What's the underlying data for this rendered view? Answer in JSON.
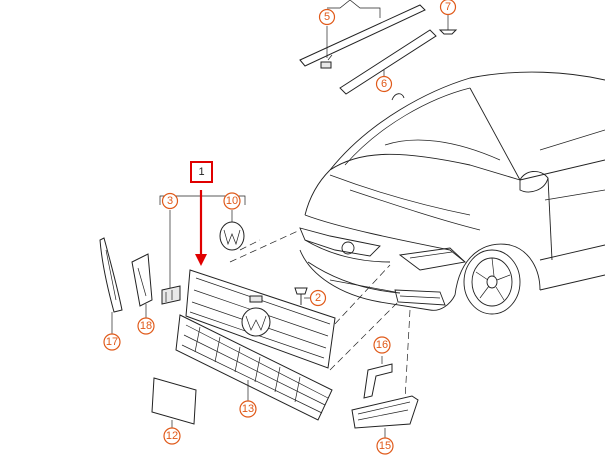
{
  "accent_color": "#e05a1a",
  "highlight_color": "#e00000",
  "highlighted_part": "1",
  "callouts": [
    {
      "id": "c1",
      "label": "1"
    },
    {
      "id": "c2",
      "label": "2"
    },
    {
      "id": "c3",
      "label": "3"
    },
    {
      "id": "c5",
      "label": "5"
    },
    {
      "id": "c6",
      "label": "6"
    },
    {
      "id": "c7",
      "label": "7"
    },
    {
      "id": "c10",
      "label": "10"
    },
    {
      "id": "c12",
      "label": "12"
    },
    {
      "id": "c13",
      "label": "13"
    },
    {
      "id": "c15",
      "label": "15"
    },
    {
      "id": "c16",
      "label": "16"
    },
    {
      "id": "c17",
      "label": "17"
    },
    {
      "id": "c18",
      "label": "18"
    }
  ]
}
